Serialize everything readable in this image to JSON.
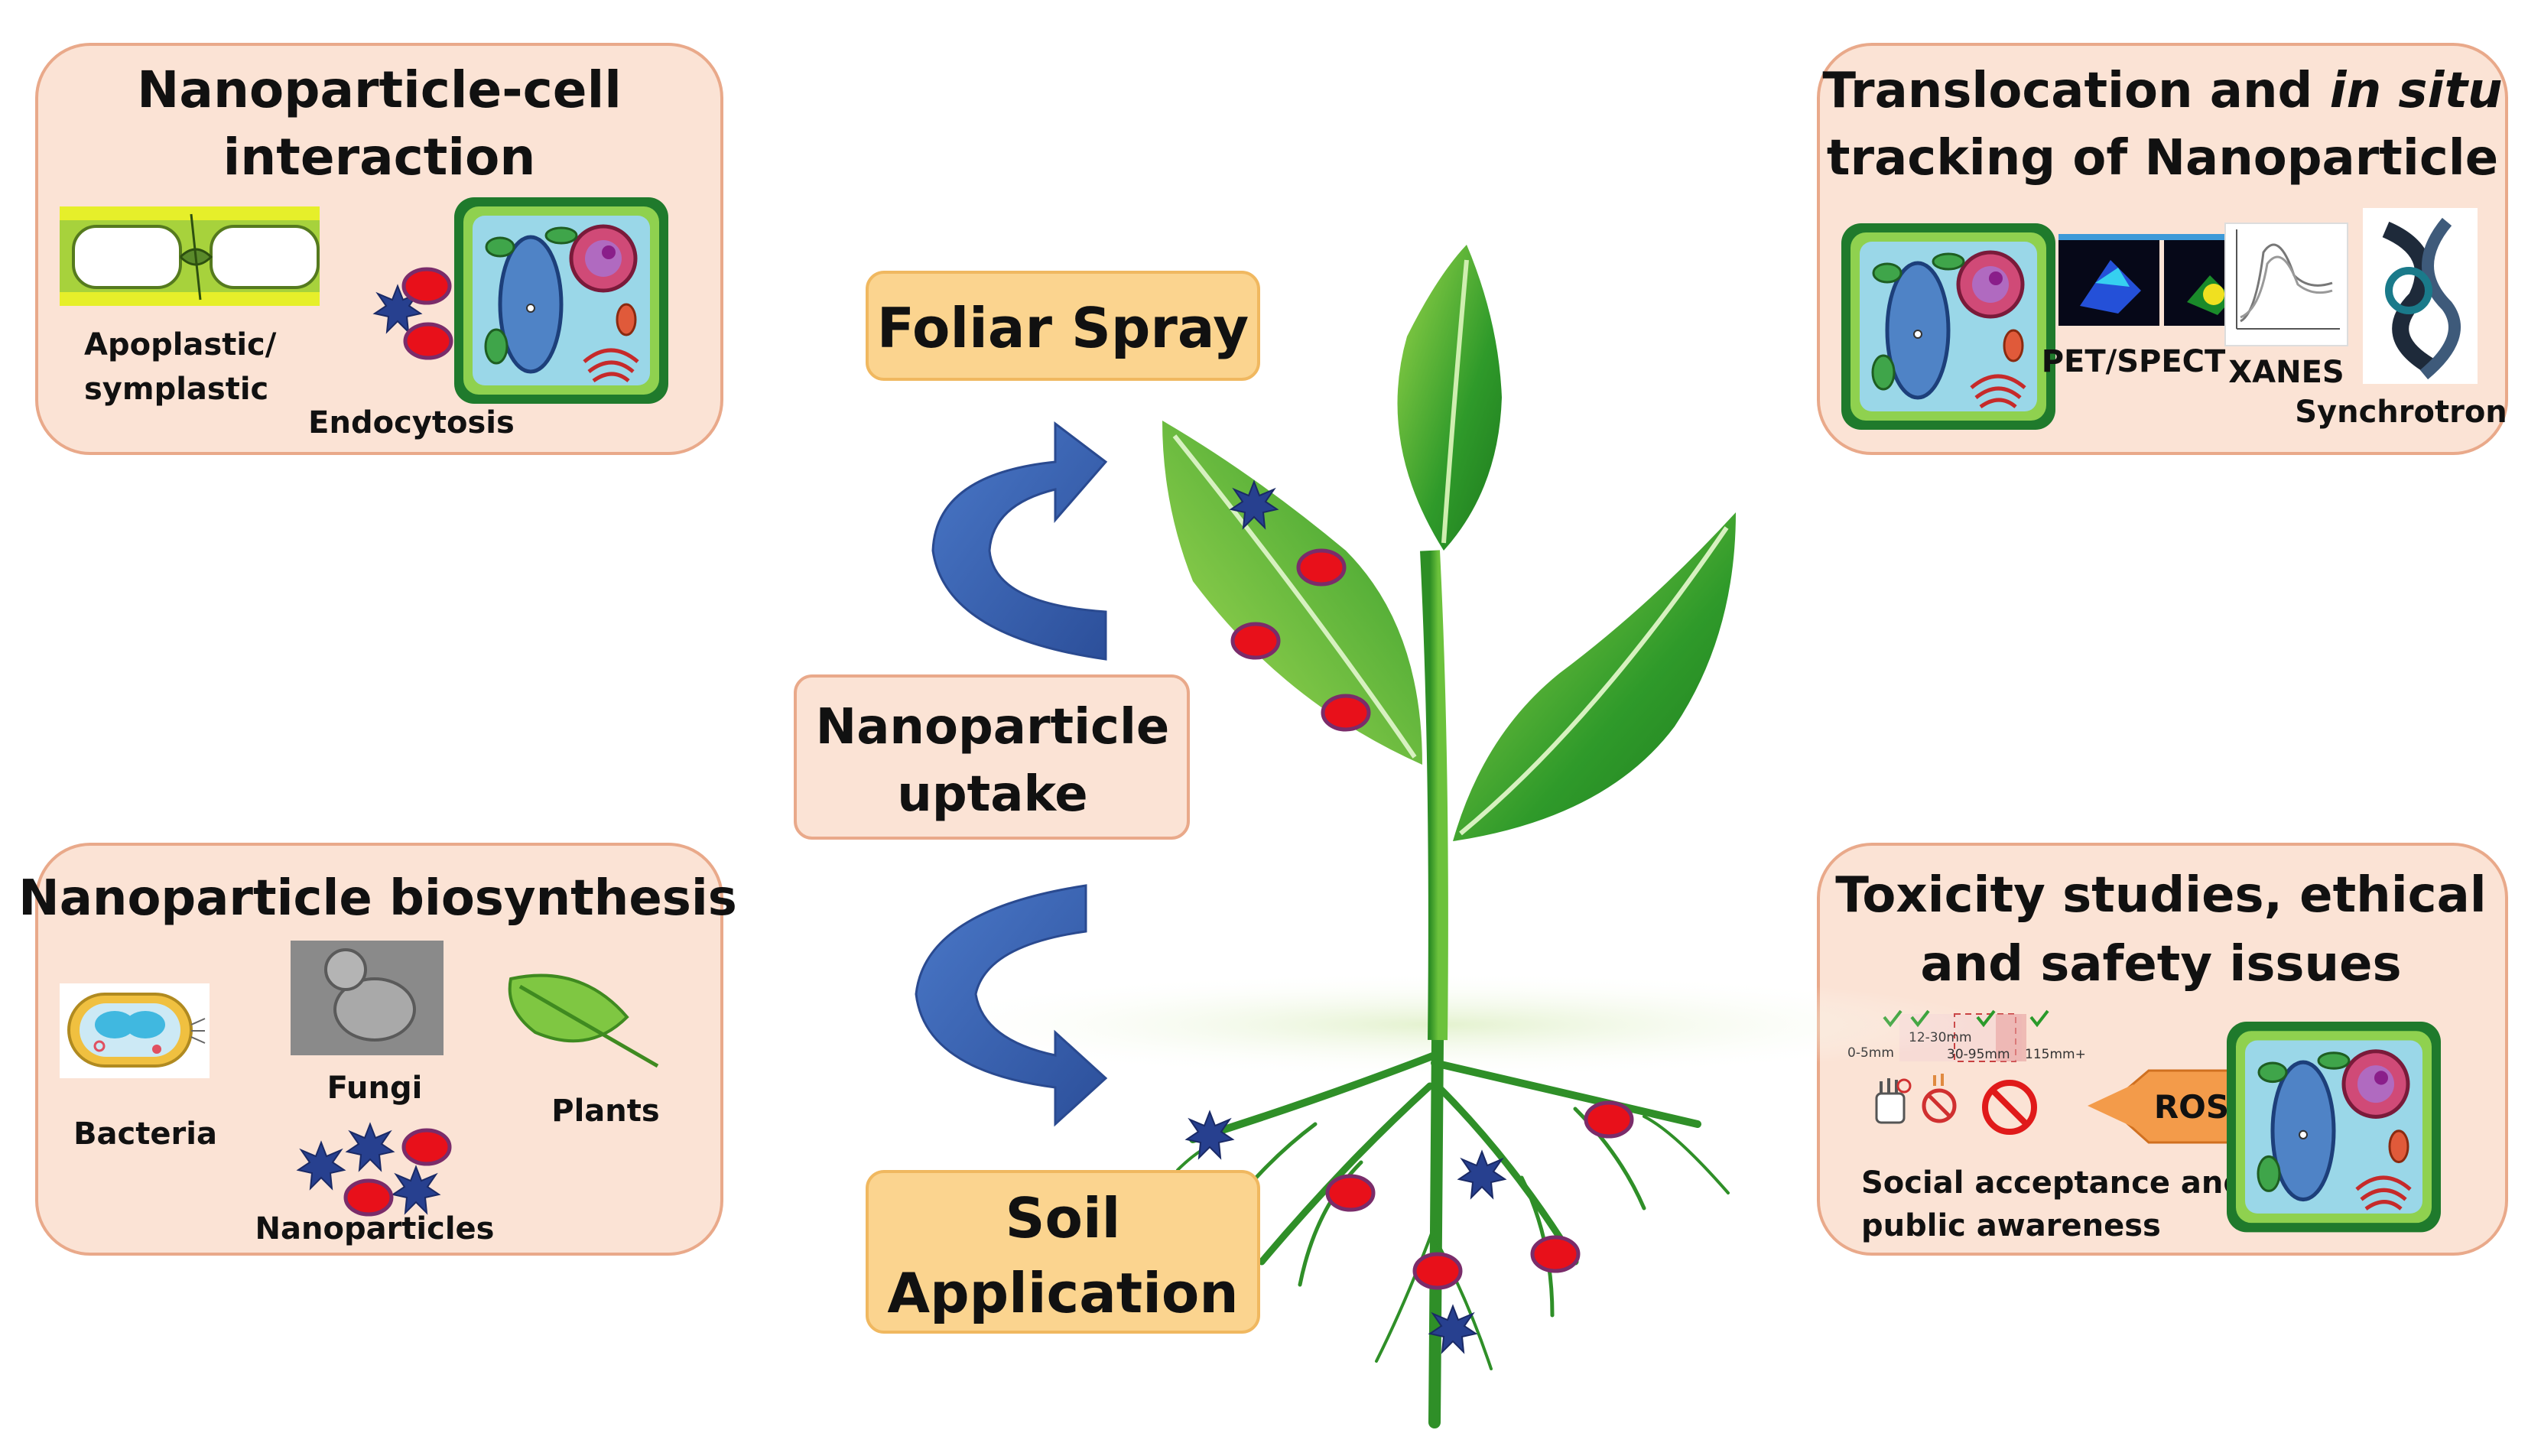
{
  "panels": {
    "cell_interaction": {
      "title_line1": "Nanoparticle-cell",
      "title_line2": "interaction",
      "label_apoplastic_1": "Apoplastic/",
      "label_apoplastic_2": "symplastic",
      "label_endocytosis": "Endocytosis"
    },
    "tracking": {
      "title_line1_a": "Translocation and ",
      "title_line1_b": "in situ",
      "title_line2": "tracking of Nanoparticle",
      "label_pet": "PET/SPECT",
      "label_xanes": "XANES",
      "label_synchrotron": "Synchrotron"
    },
    "biosynthesis": {
      "title": "Nanoparticle biosynthesis",
      "label_bacteria": "Bacteria",
      "label_fungi": "Fungi",
      "label_plants": "Plants",
      "label_nanoparticles": "Nanoparticles"
    },
    "toxicity": {
      "title_line1": "Toxicity studies, ethical",
      "title_line2": "and safety issues",
      "label_ros": "ROS",
      "label_social_1": "Social acceptance  and",
      "label_social_2": "public awareness",
      "scale_labels": [
        "0-5mm",
        "12-30mm",
        "30-95mm",
        "115mm+"
      ]
    }
  },
  "center": {
    "foliar_spray": "Foliar Spray",
    "uptake_line1": "Nanoparticle",
    "uptake_line2": "uptake",
    "soil_line1": "Soil",
    "soil_line2": "Application"
  },
  "colors": {
    "panel_fill": "#fbe3d5",
    "panel_stroke": "#e9a98a",
    "label_box_fill": "#fbd48f",
    "label_box_stroke": "#f0b860",
    "arrow_blue": "#3b64b4",
    "leaf_green": "#2e9c2a",
    "particle_red": "#e8101a",
    "particle_blue": "#27408f",
    "ros_orange": "#f39b4a"
  }
}
